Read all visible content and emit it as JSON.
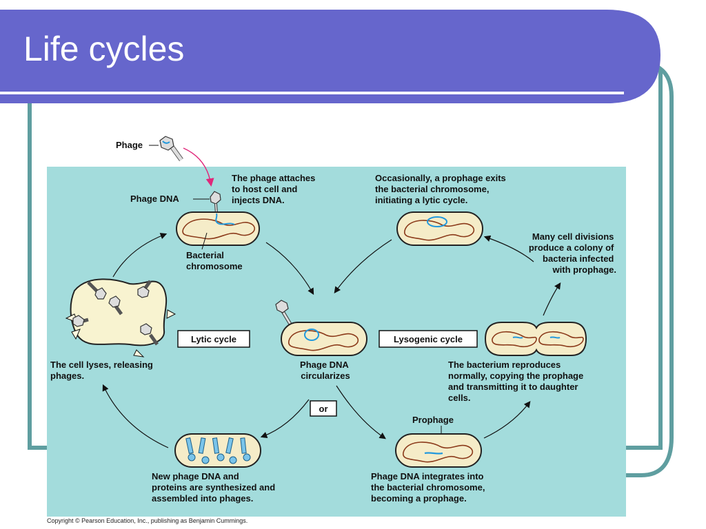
{
  "slide": {
    "title": "Life cycles",
    "copyright": "Copyright © Pearson Education, Inc., publishing as Benjamin Cummings."
  },
  "diagram": {
    "phage_label": "Phage",
    "phage_dna_label": "Phage DNA",
    "attach_text": [
      "The phage attaches",
      "to host cell and",
      "injects DNA."
    ],
    "bacterial_chromosome": [
      "Bacterial",
      "chromosome"
    ],
    "lytic_cycle": "Lytic cycle",
    "lysogenic_cycle": "Lysogenic cycle",
    "lyses_text": [
      "The cell lyses, releasing",
      "phages."
    ],
    "circularizes_text": [
      "Phage DNA",
      "circularizes"
    ],
    "or_label": "or",
    "synthesized_text": [
      "New phage DNA and",
      "proteins are synthesized and",
      "assembled into phages."
    ],
    "integrates_text": [
      "Phage DNA integrates into",
      "the bacterial chromosome,",
      "becoming a prophage."
    ],
    "prophage_label": "Prophage",
    "reproduces_text": [
      "The bacterium reproduces",
      "normally, copying the prophage",
      "and transmitting it to daughter",
      "cells."
    ],
    "divisions_text": [
      "Many cell divisions",
      "produce a colony of",
      "bacteria infected",
      "with prophage."
    ],
    "exits_text": [
      "Occasionally, a prophage exits",
      "the bacterial chromosome,",
      "initiating a lytic cycle."
    ]
  },
  "colors": {
    "title_bar": "#6666cc",
    "frame_border": "#5f9ea0",
    "diagram_bg": "#a3dcdc",
    "cell_fill": "#f5ecc8",
    "chromosome": "#8b3a1a",
    "phage_dna": "#2299dd",
    "phage_arrow": "#e0287a"
  }
}
